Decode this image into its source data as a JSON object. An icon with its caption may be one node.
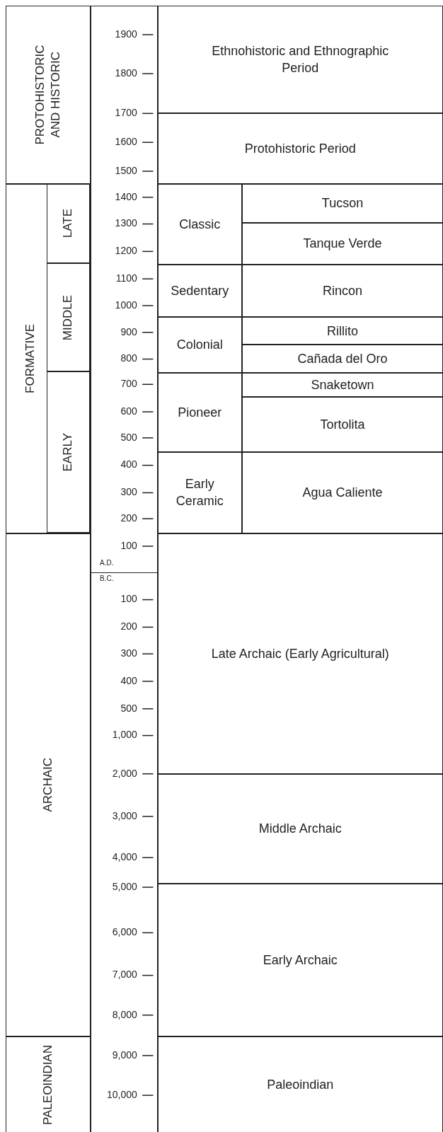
{
  "diagram": {
    "nodes": [
      {
        "text": [
          "PROTOHISTORIC AND HISTORIC"
        ]
      },
      {
        "text": [
          "FORMATIVE"
        ]
      },
      {
        "text": [
          "LATE"
        ],
        "in": 1
      },
      {
        "text": [
          "MIDDLE"
        ],
        "in": 1
      },
      {
        "text": [
          "EARLY"
        ],
        "in": 1
      },
      {
        "text": [
          "ARCHAIC"
        ]
      },
      {
        "text": [
          "PALEOINDIAN"
        ]
      },
      {
        "text": [
          "Ethnohistoric and Ethnographic Period"
        ]
      },
      {
        "text": [
          "Protohistoric Period"
        ]
      },
      {
        "text": [
          "Classic"
        ]
      },
      {
        "text": [
          "Tucson"
        ]
      },
      {
        "text": [
          "Tanque Verde"
        ]
      },
      {
        "text": [
          "Sedentary"
        ]
      },
      {
        "text": [
          "Rincon"
        ]
      },
      {
        "text": [
          "Colonial"
        ]
      },
      {
        "text": [
          "Rillito"
        ]
      },
      {
        "text": [
          "Cañada del Oro"
        ]
      },
      {
        "text": [
          "Pioneer"
        ]
      },
      {
        "text": [
          "Snaketown"
        ]
      },
      {
        "text": [
          "Tortolita"
        ]
      },
      {
        "text": [
          "Early Ceramic"
        ]
      },
      {
        "text": [
          "Agua Caliente"
        ]
      },
      {
        "text": [
          "Late Archaic (Early Agricultural)"
        ]
      },
      {
        "text": [
          "Middle Archaic"
        ]
      },
      {
        "text": [
          "Early Archaic"
        ]
      },
      {
        "text": [
          "Paleoindian"
        ]
      }
    ],
    "labels": [
      "1900",
      "1800",
      "1700",
      "1600",
      "1500",
      "1400",
      "1300",
      "1200",
      "1100",
      "1000",
      "900",
      "800",
      "700",
      "600",
      "500",
      "400",
      "300",
      "200",
      "100",
      "A.D.",
      "B.C.",
      "100",
      "200",
      "300",
      "400",
      "500",
      "1,000",
      "2,000",
      "3,000",
      "4,000",
      "5,000",
      "6,000",
      "7,000",
      "8,000",
      "9,000",
      "10,000"
    ]
  }
}
